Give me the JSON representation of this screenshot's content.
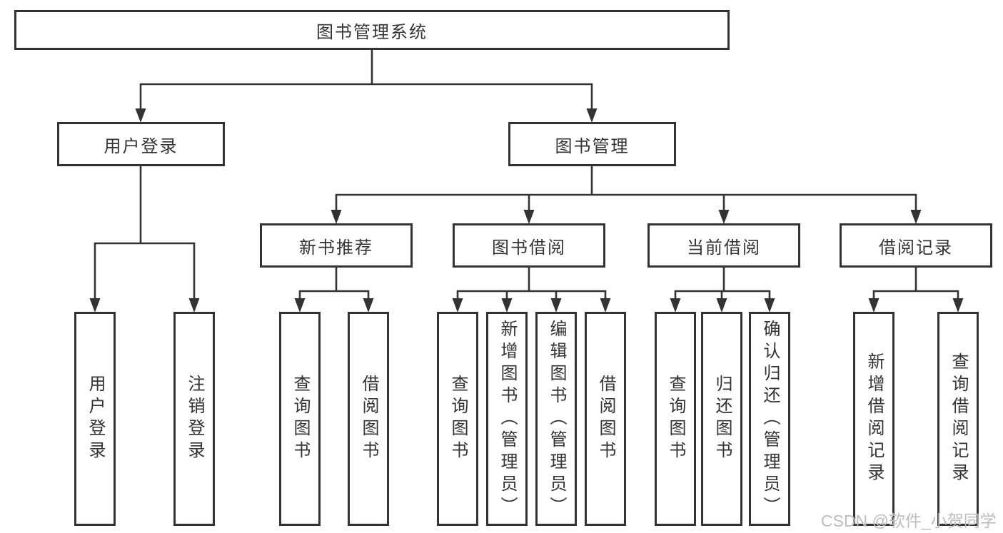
{
  "tree": {
    "root": {
      "label": "图书管理系统"
    },
    "branches": [
      {
        "label": "用户登录",
        "children": [
          {
            "label": "用户登录"
          },
          {
            "label": "注销登录"
          }
        ]
      },
      {
        "label": "图书管理",
        "children": [
          {
            "label": "新书推荐",
            "children": [
              {
                "label": "查询图书"
              },
              {
                "label": "借阅图书"
              }
            ]
          },
          {
            "label": "图书借阅",
            "children": [
              {
                "label": "查询图书"
              },
              {
                "label": "新增图书（管理员）"
              },
              {
                "label": "编辑图书（管理员）"
              },
              {
                "label": "借阅图书"
              }
            ]
          },
          {
            "label": "当前借阅",
            "children": [
              {
                "label": "查询图书"
              },
              {
                "label": "归还图书"
              },
              {
                "label": "确认归还（管理员）"
              }
            ]
          },
          {
            "label": "借阅记录",
            "children": [
              {
                "label": "新增借阅记录"
              },
              {
                "label": "查询借阅记录"
              }
            ]
          }
        ]
      }
    ]
  },
  "watermark": {
    "text": "CSDN @软件_小贺同学"
  },
  "colors": {
    "line": "#333333",
    "box_border": "#333333",
    "text": "#333333",
    "box_fill": "#ffffff",
    "background": "#ffffff",
    "watermark": "#bdbdbd"
  }
}
